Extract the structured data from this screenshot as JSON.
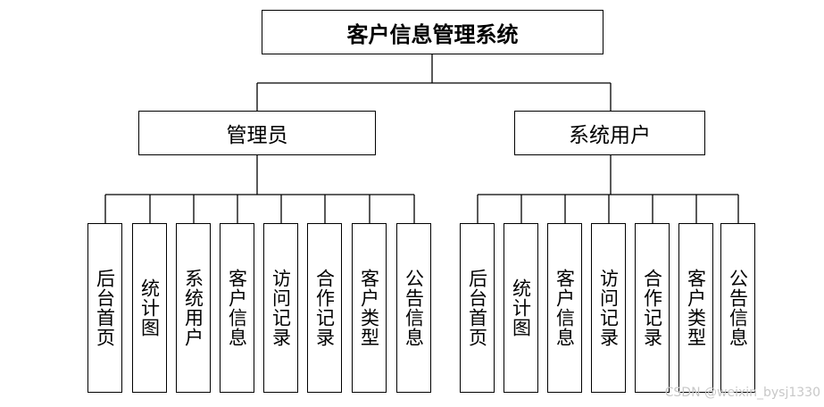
{
  "root": {
    "label": "客户信息管理系统"
  },
  "roles": [
    {
      "label": "管理员",
      "modules": [
        "后台首页",
        "统计图",
        "系统用户",
        "客户信息",
        "访问记录",
        "合作记录",
        "客户类型",
        "公告信息"
      ]
    },
    {
      "label": "系统用户",
      "modules": [
        "后台首页",
        "统计图",
        "客户信息",
        "访问记录",
        "合作记录",
        "客户类型",
        "公告信息"
      ]
    }
  ],
  "watermark": "CSDN @weixin_bysj1330"
}
